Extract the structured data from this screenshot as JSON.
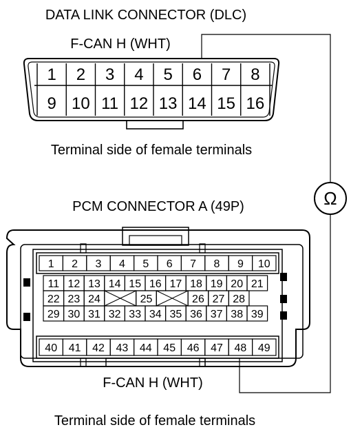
{
  "dlc": {
    "title": "DATA LINK CONNECTOR (DLC)",
    "wire_label": "F-CAN H (WHT)",
    "caption": "Terminal side of female terminals",
    "row1": [
      "1",
      "2",
      "3",
      "4",
      "5",
      "6",
      "7",
      "8"
    ],
    "row2": [
      "9",
      "10",
      "11",
      "12",
      "13",
      "14",
      "15",
      "16"
    ]
  },
  "pcm": {
    "title": "PCM CONNECTOR A (49P)",
    "wire_label": "F-CAN H (WHT)",
    "caption": "Terminal side of female terminals",
    "row1": [
      "1",
      "2",
      "3",
      "4",
      "5",
      "6",
      "7",
      "8",
      "9",
      "10"
    ],
    "row2": [
      "11",
      "12",
      "13",
      "14",
      "15",
      "16",
      "17",
      "18",
      "19",
      "20",
      "21"
    ],
    "row3": [
      "22",
      "23",
      "24",
      "25",
      "26",
      "27",
      "28"
    ],
    "row4": [
      "29",
      "30",
      "31",
      "32",
      "33",
      "34",
      "35",
      "36",
      "37",
      "38",
      "39"
    ],
    "row5": [
      "40",
      "41",
      "42",
      "43",
      "44",
      "45",
      "46",
      "47",
      "48",
      "49"
    ]
  },
  "meter": {
    "symbol": "Ω"
  }
}
